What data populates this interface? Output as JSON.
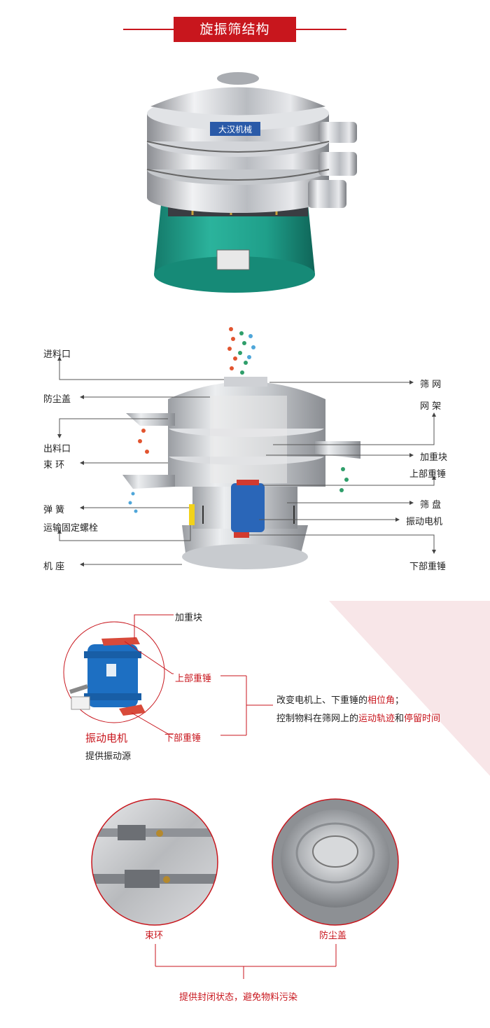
{
  "header": {
    "title": "旋振筛结构"
  },
  "machine_photo": {
    "badge_text": "大汉机械"
  },
  "diagram": {
    "left_labels": {
      "inlet": "进料口",
      "dust_cover": "防尘盖",
      "outlet": "出料口",
      "clamp_ring": "束 环",
      "spring": "弹 簧",
      "transport_bolt": "运输固定螺栓",
      "base": "机 座"
    },
    "right_labels": {
      "screen_mesh": "筛 网",
      "mesh_frame": "网 架",
      "weight_block": "加重块",
      "upper_weight": "上部重锤",
      "screen_tray": "筛 盘",
      "vibration_motor": "振动电机",
      "lower_weight": "下部重锤"
    }
  },
  "motor_section": {
    "weight_block": "加重块",
    "upper_weight": "上部重锤",
    "lower_weight": "下部重锤",
    "motor_title": "振动电机",
    "motor_subtitle": "提供振动源",
    "desc_line1_a": "改变电机上、下重锤的",
    "desc_line1_b": "相位角",
    "desc_line1_c": "；",
    "desc_line2_a": "控制物料在筛网上的",
    "desc_line2_b": "运动轨迹",
    "desc_line2_c": "和",
    "desc_line2_d": "停留时间"
  },
  "detail_section": {
    "left_caption": "束环",
    "right_caption": "防尘盖",
    "bottom_caption": "提供封闭状态，避免物料污染"
  },
  "colors": {
    "accent": "#c8161d",
    "teal": "#1f9f8a",
    "motor_blue": "#1d6fc2"
  }
}
